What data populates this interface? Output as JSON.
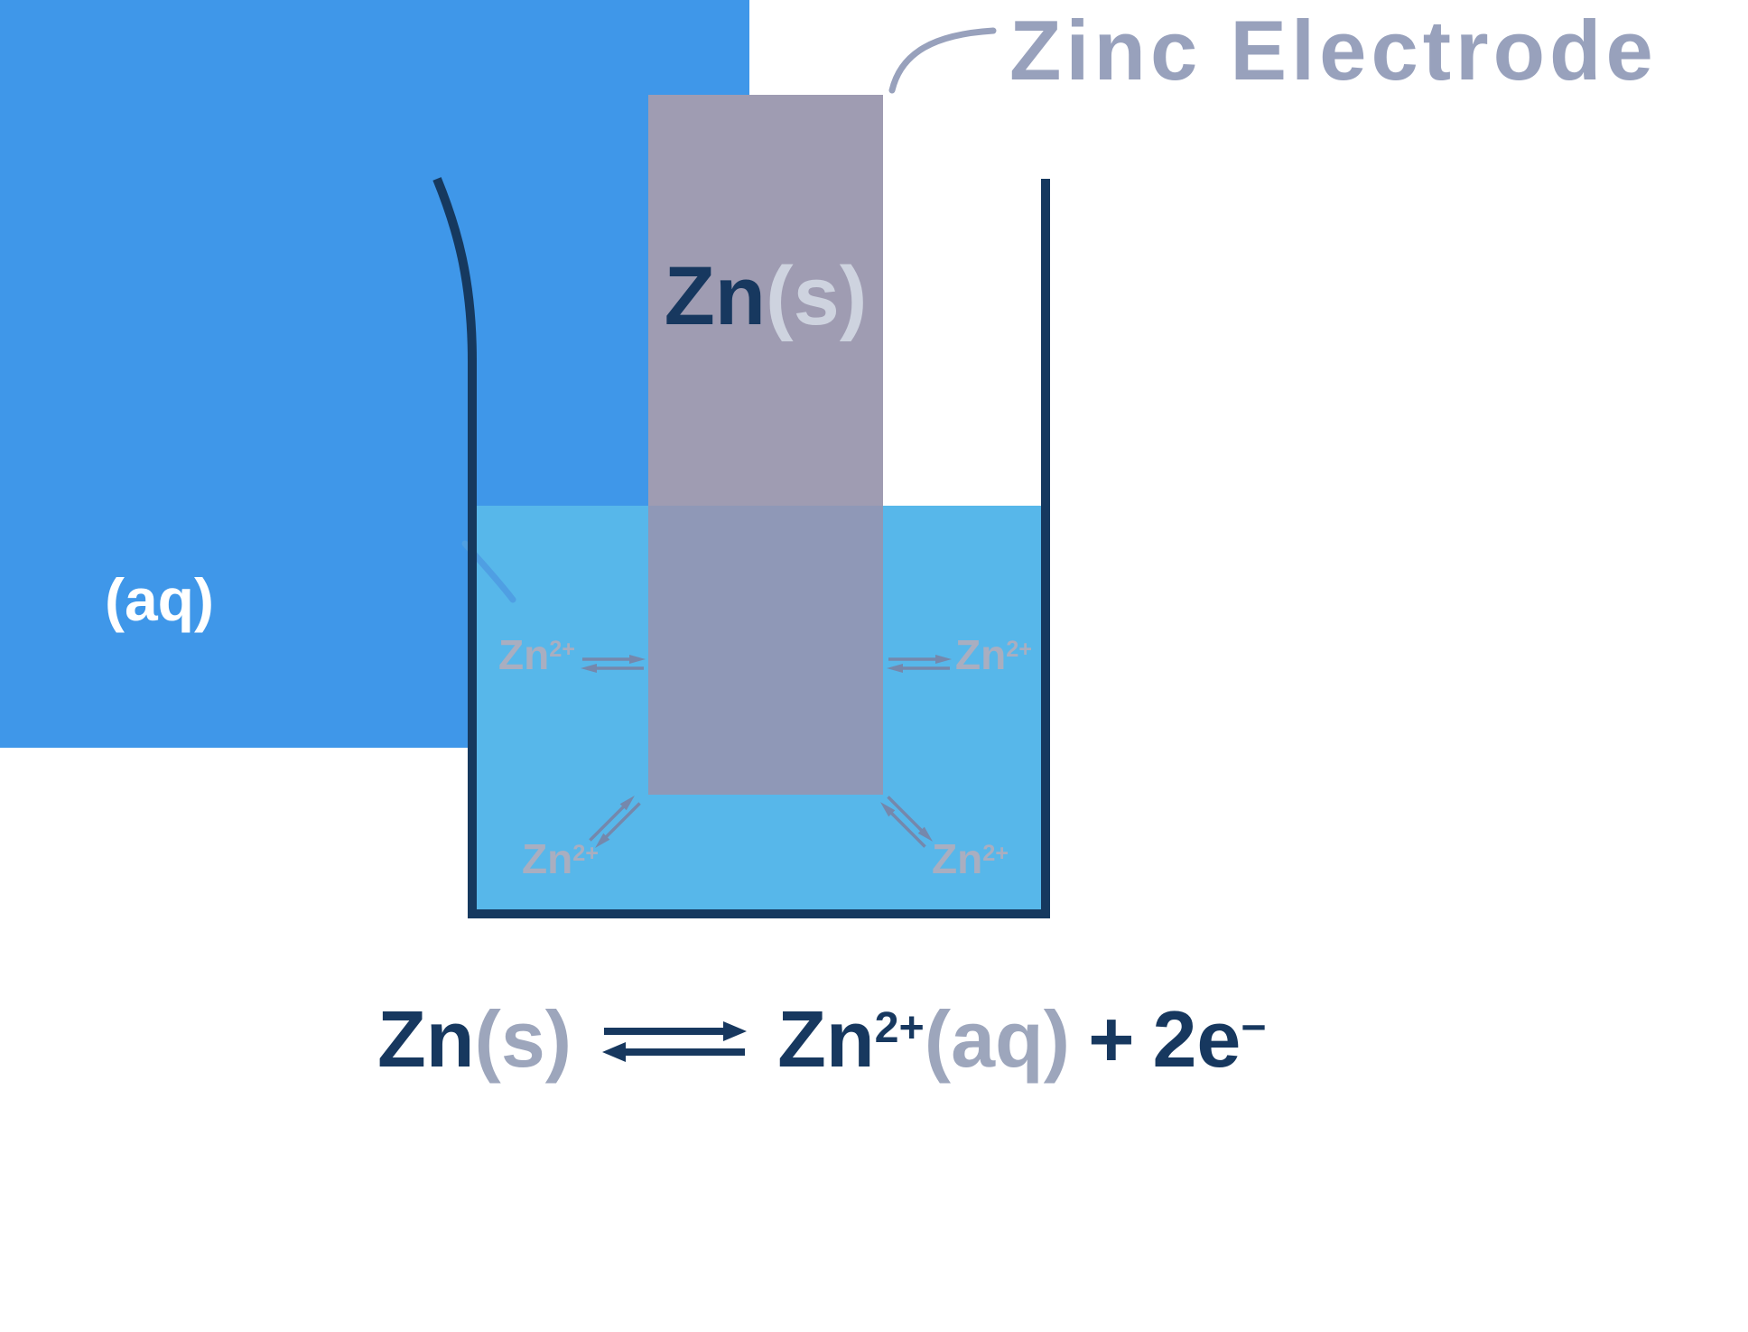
{
  "colors": {
    "panel_blue": "#3f97e9",
    "solution_blue": "#57b7ea",
    "navy": "#17385f",
    "electrode_gray_dry": "#9f9cb2",
    "electrode_gray_submerged": "#8f98b7",
    "callout_gray": "#98a1bc",
    "electrode_state_light_gray": "#ced3df",
    "equation_state_gray": "#9da6bc",
    "ion_gray": "#a9aec0",
    "ion_arrow_gray": "#7588ac",
    "aq_label_white": "#ffffff",
    "aq_leader_blue": "#4f9fe3"
  },
  "annotations": {
    "electrode_callout": "Zinc Electrode",
    "aqueous_label": "(aq)"
  },
  "electrode": {
    "symbol": "Zn",
    "state": "(s)"
  },
  "ions": [
    {
      "symbol": "Zn",
      "charge": "2+"
    },
    {
      "symbol": "Zn",
      "charge": "2+"
    },
    {
      "symbol": "Zn",
      "charge": "2+"
    },
    {
      "symbol": "Zn",
      "charge": "2+"
    }
  ],
  "equation": {
    "reactant": "Zn",
    "reactant_state": "(s)",
    "product": "Zn",
    "product_charge": "2+",
    "product_state": "(aq)",
    "plus": "+",
    "electrons": "2e",
    "electron_charge": "−"
  }
}
